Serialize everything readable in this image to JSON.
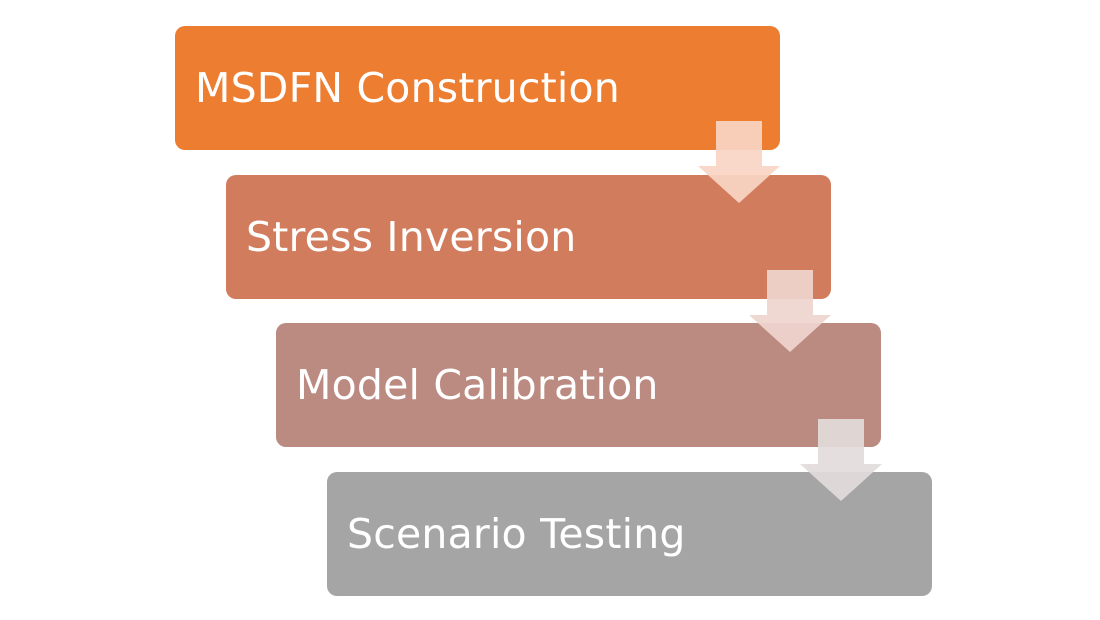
{
  "steps": [
    {
      "label": "MSDFN Construction",
      "color": "#ED7D31"
    },
    {
      "label": "Stress Inversion",
      "color": "#D27C5E"
    },
    {
      "label": "Model Calibration",
      "color": "#BB8A80"
    },
    {
      "label": "Scenario Testing",
      "color": "#A5A5A5"
    }
  ],
  "arrows": [
    {
      "color": "#F8D5C4"
    },
    {
      "color": "#EFD5CE"
    },
    {
      "color": "#E2DCDB"
    }
  ]
}
